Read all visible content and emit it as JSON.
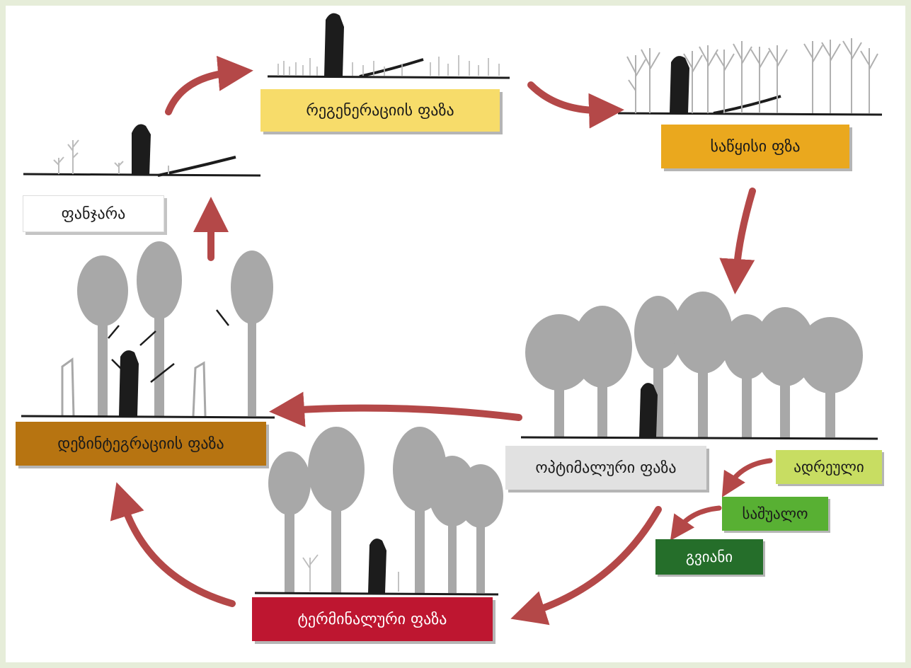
{
  "phases": {
    "gap": "ფანჯარა",
    "regeneration": "რეგენერაციის ფაზა",
    "initial": "საწყისი ფზა",
    "optimal": "ოპტიმალური ფაზა",
    "terminal": "ტერმინალური ფაზა",
    "disintegration": "დეზინტეგრაციის ფაზა"
  },
  "optimal_stages": {
    "early": "ადრეული",
    "middle": "საშუალო",
    "late": "გვიანი"
  },
  "colors": {
    "gap": "#ffffff",
    "regeneration": "#f7dc6a",
    "initial": "#eaa81e",
    "optimal": "#e1e1e1",
    "terminal": "#be1630",
    "disintegration": "#b77411",
    "early": "#c8dd62",
    "middle": "#58b033",
    "late": "#256e2a",
    "arrow": "#b44848",
    "tree": "#a8a8a8",
    "stump": "#1c1c1c"
  }
}
